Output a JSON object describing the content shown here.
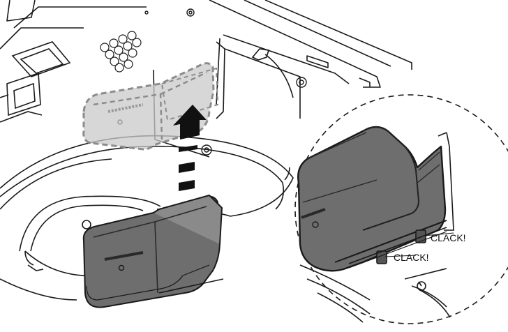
{
  "callouts": {
    "clack_upper": "CLACK!",
    "clack_lower": "CLACK!"
  },
  "colors": {
    "line": "#1a1a1a",
    "tank_fill": "#6e6e6e",
    "ghost_fill": "#c9c9c9",
    "ghost_dash": "#8c8c8c",
    "arrow": "#111111"
  },
  "icons": {
    "arrow": "up-arrow-icon",
    "detail": "magnifier-circle"
  }
}
